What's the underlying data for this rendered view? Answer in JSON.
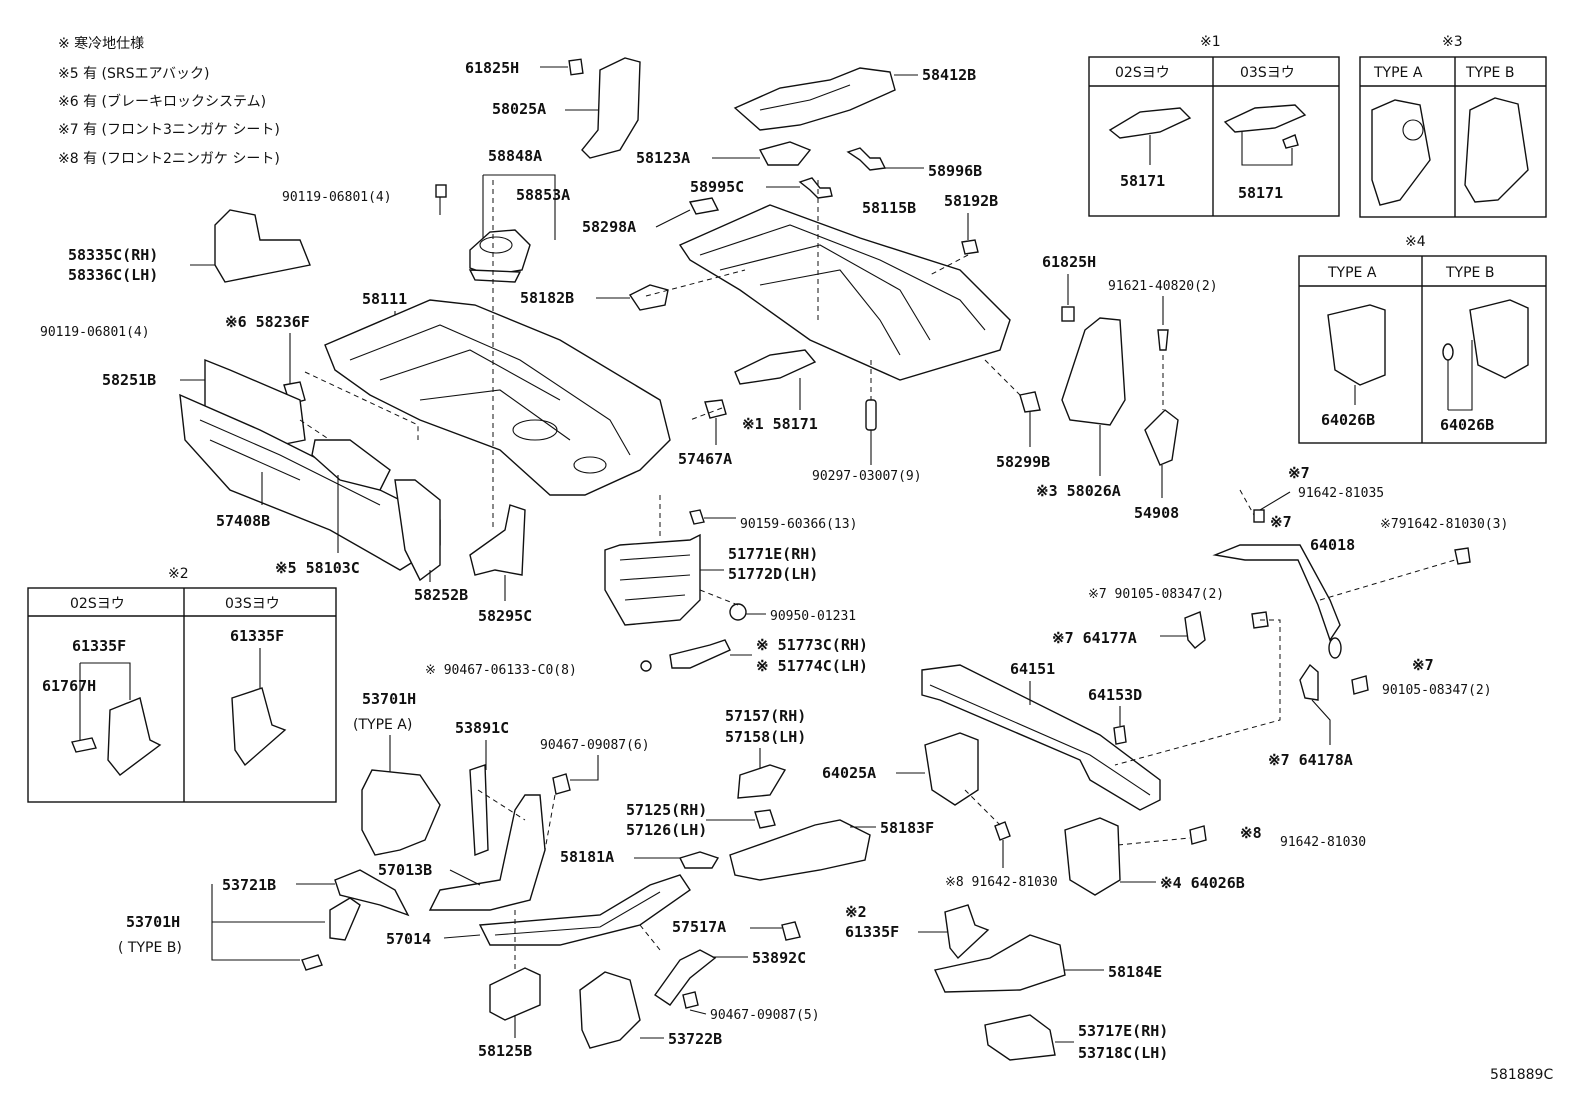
{
  "notes": [
    "※ 寒冷地仕様",
    "※5  有 (SRSエアバック)",
    "※6  有 (ブレーキロックシステム)",
    "※7  有 (フロント3ニンガケ シート)",
    "※8  有 (フロント2ニンガケ シート)"
  ],
  "boxes": {
    "box1": {
      "mark": "※1",
      "col_a": "02Sヨウ",
      "col_b": "03Sヨウ",
      "part_a": "58171",
      "part_b": "58171"
    },
    "box2": {
      "mark": "※2",
      "col_a": "02Sヨウ",
      "col_b": "03Sヨウ",
      "part_a1": "61335F",
      "part_a2": "61767H",
      "part_b": "61335F"
    },
    "box3": {
      "mark": "※3",
      "col_a": "TYPE A",
      "col_b": "TYPE B"
    },
    "box4": {
      "mark": "※4",
      "col_a": "TYPE A",
      "col_b": "TYPE B",
      "part_a": "64026B",
      "part_b": "64026B"
    }
  },
  "labels": {
    "p61825H_a": "61825H",
    "p58025A": "58025A",
    "p58848A": "58848A",
    "p58853A": "58853A",
    "p90119_a": "90119-06801(4)",
    "p58335C": "58335C(RH)",
    "p58336C": "58336C(LH)",
    "p90119_b": "90119-06801(4)",
    "p58236F": "※6 58236F",
    "p58111": "58111",
    "p58251B": "58251B",
    "p57408B": "57408B",
    "p58103C": "※5 58103C",
    "p58252B": "58252B",
    "p58295C": "58295C",
    "p58412B": "58412B",
    "p58123A": "58123A",
    "p58996B": "58996B",
    "p58995C": "58995C",
    "p58115B": "58115B",
    "p58192B": "58192B",
    "p58298A": "58298A",
    "p58182B": "58182B",
    "p58171_main": "※1 58171",
    "p57467A": "57467A",
    "p90297": "90297-03007(9)",
    "p61825H_b": "61825H",
    "p91621": "91621-40820(2)",
    "p58299B": "58299B",
    "p58026A": "※3 58026A",
    "p54908": "54908",
    "p90159": "90159-60366(13)",
    "p51771E": "51771E(RH)",
    "p51772D": "51772D(LH)",
    "p90950": "90950-01231",
    "p51773C": "※ 51773C(RH)",
    "p51774C": "※ 51774C(LH)",
    "p90467_a": "※ 90467-06133-C0(8)",
    "p91642_81035": "91642-81035",
    "p64018": "64018",
    "p91642_81030_a": "※791642-81030(3)",
    "p90105_a": "※7 90105-08347(2)",
    "p64177A": "※7 64177A",
    "p64151": "64151",
    "p64153D": "64153D",
    "p90105_b": "90105-08347(2)",
    "p64178A": "※7 64178A",
    "p64025A": "64025A",
    "p91642_81030_b": "91642-81030",
    "p91642_81030_c": "※8 91642-81030",
    "p64026B_main": "※4  64026B",
    "p61335F_main": "61335F",
    "p58184E": "58184E",
    "p53717E": "53717E(RH)",
    "p53718C": "53718C(LH)",
    "p53701H_a": "53701H",
    "p53701H_a_type": "(TYPE A)",
    "p53891C": "53891C",
    "p90467_b": "90467-09087(6)",
    "p57157": "57157(RH)",
    "p57158": "57158(LH)",
    "p57125": "57125(RH)",
    "p57126": "57126(LH)",
    "p58183F": "58183F",
    "p57013B": "57013B",
    "p58181A": "58181A",
    "p53721B": "53721B",
    "p53701H_b": "53701H",
    "p53701H_b_type": "( TYPE B)",
    "p57014": "57014",
    "p57517A": "57517A",
    "p53892C": "53892C",
    "p90467_c": "90467-09087(5)",
    "p58125B": "58125B",
    "p53722B": "53722B",
    "mark_2": "※2",
    "mark_7a": "※7",
    "mark_7b": "※7",
    "mark_7c": "※7",
    "mark_8": "※8",
    "figure_code": "581889C"
  }
}
